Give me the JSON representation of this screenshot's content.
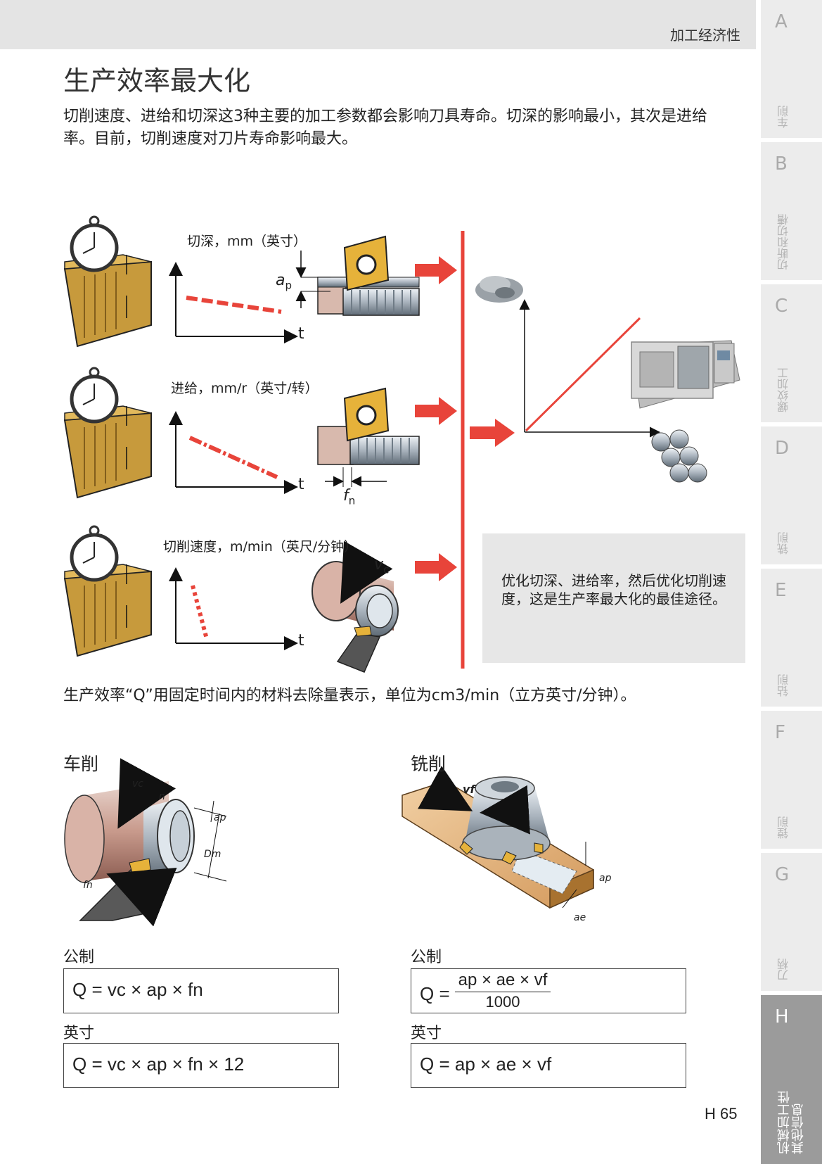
{
  "header": {
    "section_title": "加工经济性"
  },
  "side_tabs": [
    {
      "letter": "A",
      "label": "车削"
    },
    {
      "letter": "B",
      "label": "切断和切槽"
    },
    {
      "letter": "C",
      "label": "螺纹加工"
    },
    {
      "letter": "D",
      "label": "铣削"
    },
    {
      "letter": "E",
      "label": "钻削"
    },
    {
      "letter": "F",
      "label": "镗削"
    },
    {
      "letter": "G",
      "label": "刀柄"
    },
    {
      "letter": "H",
      "label": "机械加工性\n其他信息"
    }
  ],
  "page": {
    "title": "生产效率最大化",
    "intro": "切削速度、进给和切深这3种主要的加工参数都会影响刀具寿命。切深的影响最小，其次是进给率。目前，切削速度对刀片寿命影响最大。",
    "q_statement": "生产效率“Q”用固定时间内的材料去除量表示，单位为cm3/min（立方英寸/分钟）。",
    "page_number": "H 65"
  },
  "diagram": {
    "row1_label": "切深，mm（英寸）",
    "row2_label": "进给，mm/r（英寸/转）",
    "row3_label": "切削速度，m/min（英尺/分钟）",
    "axis_t": "t",
    "sym_ap": "a",
    "sym_ap_sub": "p",
    "sym_fn": "f",
    "sym_fn_sub": "n",
    "sym_vc": "v",
    "sym_vc_sub": "c",
    "info_box": "优化切深、进给率，然后优化切削速度，这是生产率最大化的最佳途径。",
    "colors": {
      "accent_red": "#e8443a",
      "tool_yellow": "#e6b23a",
      "workpiece": "#c79a3c"
    }
  },
  "turning": {
    "heading": "车削",
    "metric_label": "公制",
    "metric_formula": "Q = vc × ap × fn",
    "inch_label": "英寸",
    "inch_formula": "Q = vc × ap × fn × 12",
    "labels": {
      "vc": "vc",
      "n": "n",
      "ap": "ap",
      "dm": "Dm",
      "fn": "fn"
    }
  },
  "milling": {
    "heading": "铣削",
    "metric_label": "公制",
    "metric_numerator": "ap × ae × vf",
    "metric_denominator": "1000",
    "metric_prefix": "Q =",
    "inch_label": "英寸",
    "inch_formula": "Q = ap × ae × vf",
    "labels": {
      "vf": "vf",
      "ap": "ap",
      "ae": "ae"
    }
  }
}
